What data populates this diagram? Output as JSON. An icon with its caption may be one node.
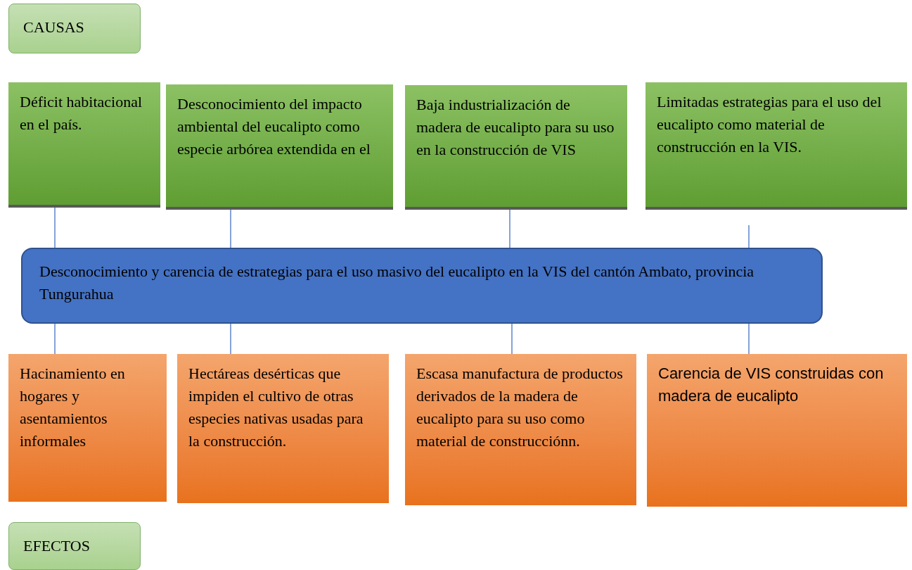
{
  "diagram": {
    "nodes": [
      {
        "text": [
          "CAUSAS"
        ]
      },
      {
        "text": [
          "Déficit habitacional en el país."
        ]
      },
      {
        "text": [
          "Desconocimiento del impacto ambiental del eucalipto como especie arbórea extendida en el"
        ]
      },
      {
        "text": [
          "Baja industrialización de madera de eucalipto para su uso en la construcción de VIS"
        ]
      },
      {
        "text": [
          "Limitadas estrategias para el uso del eucalipto como material de construcción en la VIS."
        ]
      },
      {
        "text": [
          "Desconocimiento y carencia de estrategias para el uso masivo del eucalipto en la VIS del cantón Ambato, provincia Tungurahua"
        ]
      },
      {
        "text": [
          "Hacinamiento en hogares y asentamientos informales"
        ]
      },
      {
        "text": [
          "Hectáreas desérticas que impiden el cultivo de otras especies nativas usadas para la construcción."
        ]
      },
      {
        "text": [
          "Escasa manufactura de productos derivados de  la madera de eucalipto para su uso como material de construcciónn."
        ]
      },
      {
        "text": [
          "Carencia de VIS construidas con madera de eucalipto"
        ]
      },
      {
        "text": [
          "EFECTOS"
        ]
      }
    ],
    "edges": [
      {
        "from": 1,
        "to": 5,
        "arrow": "none"
      },
      {
        "from": 2,
        "to": 5,
        "arrow": "none"
      },
      {
        "from": 3,
        "to": 5,
        "arrow": "none"
      },
      {
        "from": null,
        "to": 5,
        "arrow": "none"
      },
      {
        "from": 5,
        "to": 6,
        "arrow": "none"
      },
      {
        "from": 5,
        "to": 7,
        "arrow": "none"
      },
      {
        "from": 5,
        "to": 8,
        "arrow": "none"
      },
      {
        "from": 5,
        "to": 9,
        "arrow": "none"
      }
    ]
  }
}
